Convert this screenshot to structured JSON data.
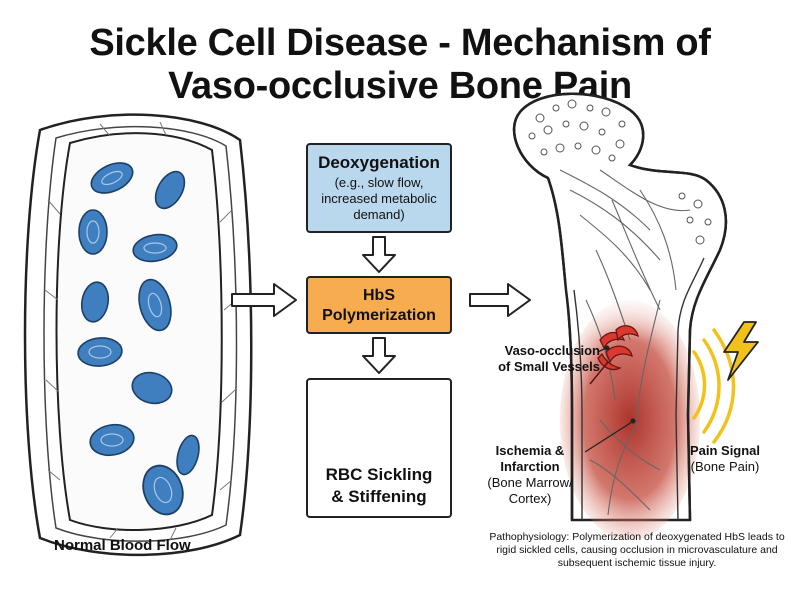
{
  "title": {
    "line1": "Sickle Cell Disease - Mechanism of",
    "line2": "Vaso-occlusive Bone Pain"
  },
  "left_panel": {
    "caption": "Normal Blood Flow"
  },
  "flow": {
    "deoxygenation": {
      "heading": "Deoxygenation",
      "detail": "(e.g., slow flow, increased metabolic demand)"
    },
    "polymerization": {
      "heading_line1": "HbS",
      "heading_line2": "Polymerization"
    },
    "sickling": {
      "heading_line1": "RBC Sickling",
      "heading_line2": "& Stiffening"
    }
  },
  "bone_panel": {
    "vaso_occlusion": {
      "line1": "Vaso-occlusion",
      "line2": "of Small Vessels"
    },
    "ischemia": {
      "line1": "Ischemia &",
      "line2": "Infarction",
      "line3": "(Bone Marrow/",
      "line4": "Cortex)"
    },
    "pain": {
      "line1": "Pain Signal",
      "line2": "(Bone Pain)"
    }
  },
  "footnote": "Pathophysiology: Polymerization of deoxygenated HbS leads to rigid sickled cells, causing occlusion in microvasculature and subsequent ischemic tissue injury.",
  "colors": {
    "rbc_blue": "#3f7fc0",
    "sickle_red": "#c8302c",
    "deoxy_box": "#b9d8ee",
    "poly_box": "#f6ac4f",
    "ischemia_red": "#b73a2e",
    "pain_yellow": "#f2c21b"
  },
  "icons": [
    "right-arrow-icon",
    "down-arrow-icon",
    "lightning-bolt-icon",
    "pain-wave-icon"
  ]
}
